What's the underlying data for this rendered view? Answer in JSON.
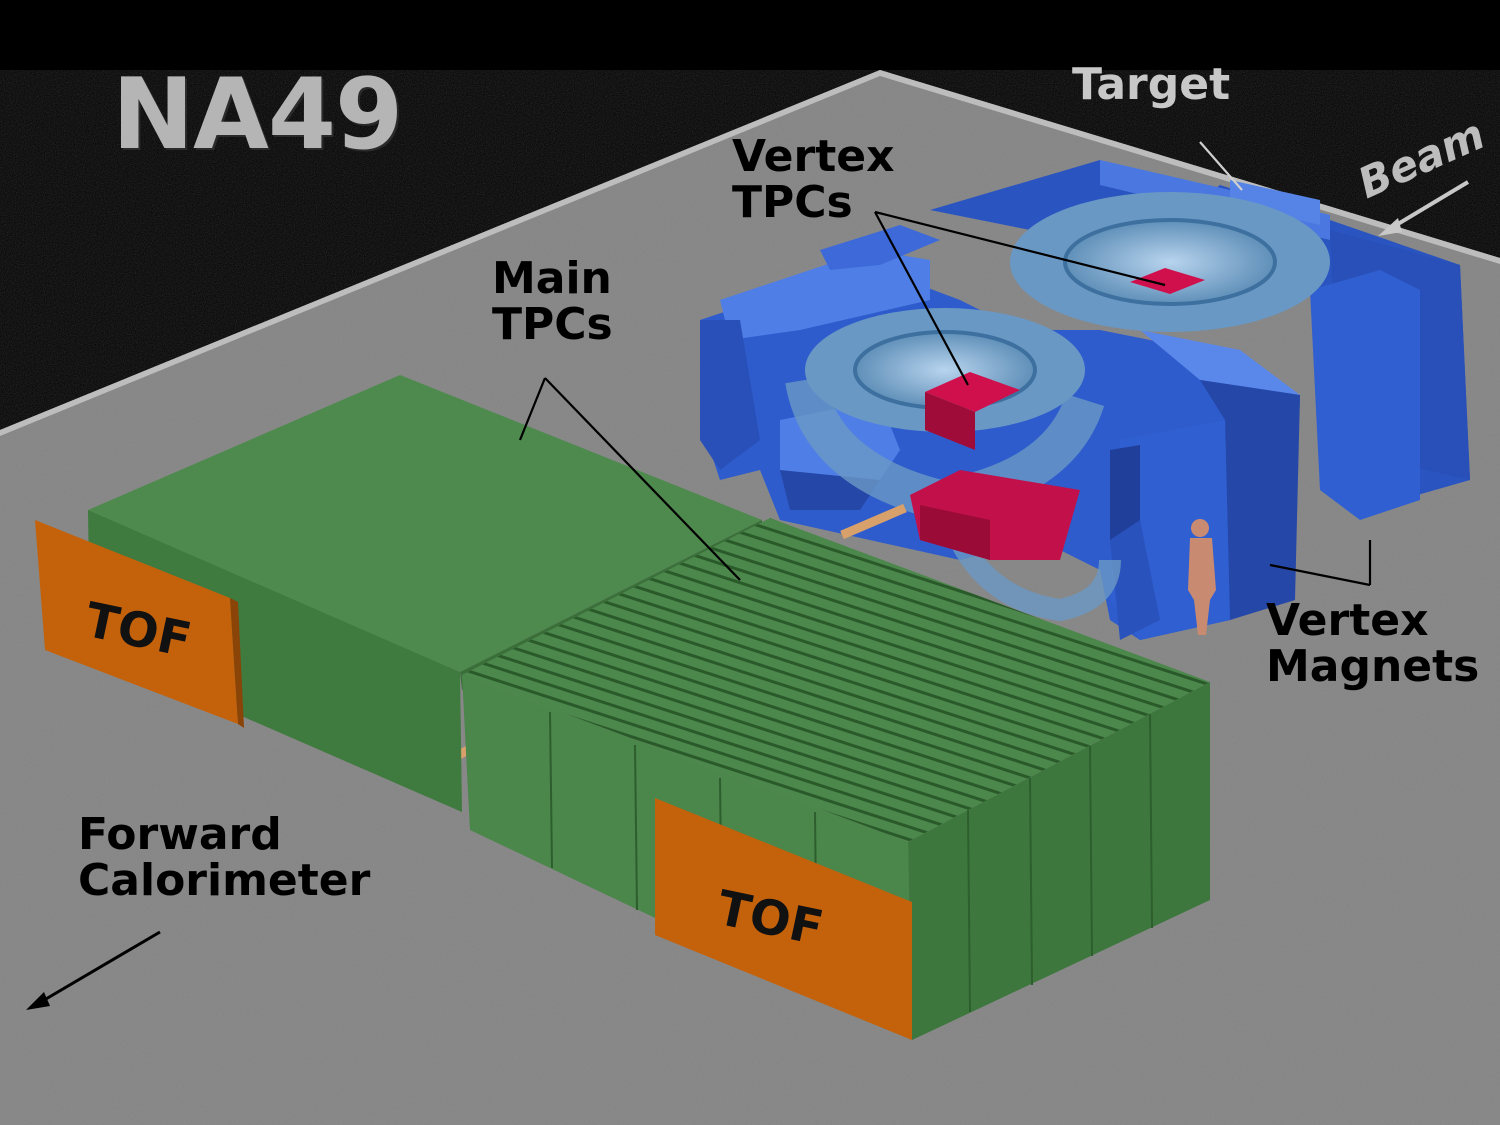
{
  "title": "NA49",
  "labels": {
    "target": "Target",
    "beam": "Beam",
    "vertex_tpcs": [
      "Vertex",
      "TPCs"
    ],
    "main_tpcs": [
      "Main",
      "TPCs"
    ],
    "vertex_magnets": [
      "Vertex",
      "Magnets"
    ],
    "forward_calorimeter": [
      "Forward",
      "Calorimeter"
    ],
    "tof_left": "TOF",
    "tof_right": "TOF"
  },
  "colors": {
    "background": "#000000",
    "floor": "#8b8b8b",
    "magnet_blue": "#2f5fd0",
    "coil": "#5f8fb8",
    "tpc_red": "#c2104a",
    "main_tpc_green": "#4e8a4e",
    "tof_orange": "#c8620a",
    "title_gray": "#b5b5b5"
  }
}
